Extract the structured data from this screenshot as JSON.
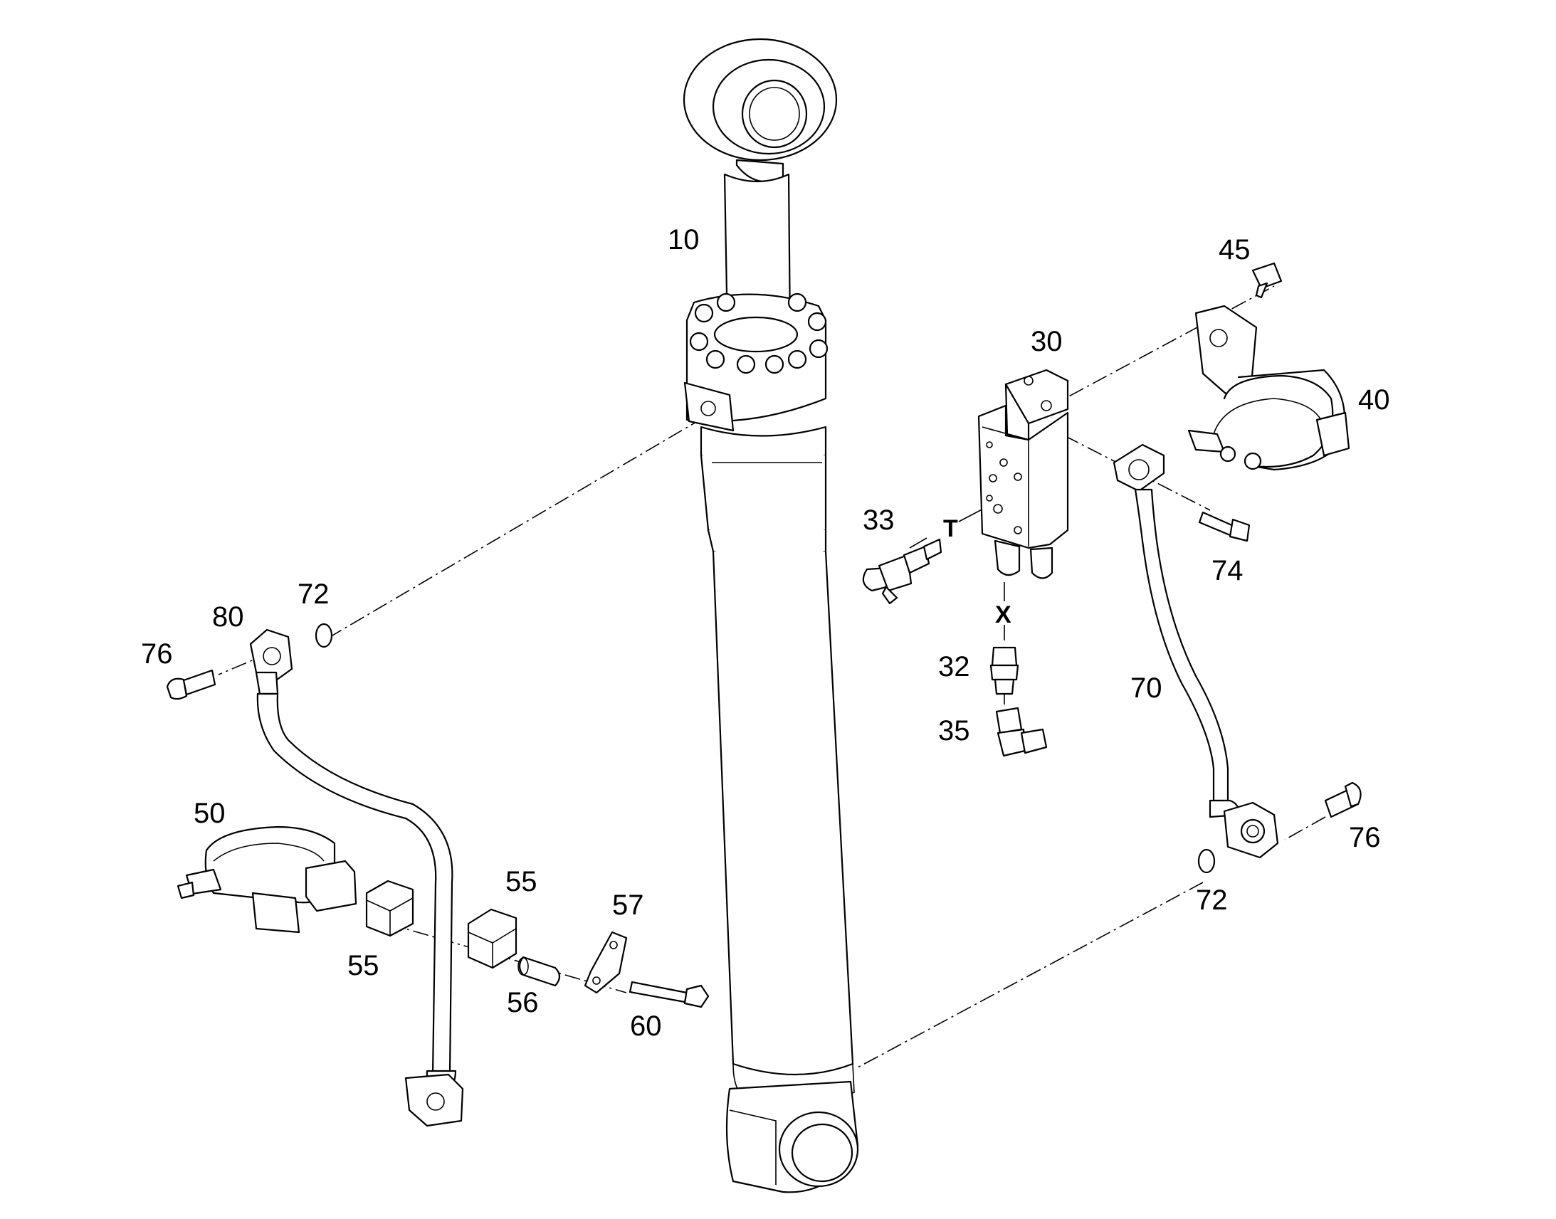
{
  "callouts": {
    "p10": "10",
    "p30": "30",
    "p32": "32",
    "p33": "33",
    "p35": "35",
    "p40": "40",
    "p45": "45",
    "p50": "50",
    "p55a": "55",
    "p55b": "55",
    "p56": "56",
    "p57": "57",
    "p60": "60",
    "p70": "70",
    "p72a": "72",
    "p72b": "72",
    "p74": "74",
    "p76a": "76",
    "p76b": "76",
    "p80": "80"
  },
  "ports": {
    "t": "T",
    "x": "X"
  },
  "colors": {
    "line": "#000000",
    "background": "#ffffff"
  }
}
